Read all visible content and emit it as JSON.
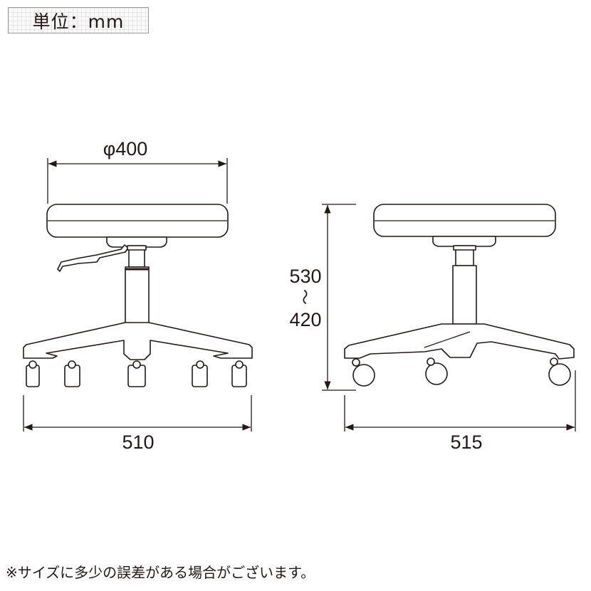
{
  "unit_label": "単位：mm",
  "front_view": {
    "seat_diameter": "φ400",
    "base_width": "510"
  },
  "side_view": {
    "height_max": "530",
    "range_separator": "〜",
    "height_min": "420",
    "base_depth": "515"
  },
  "note": "※サイズに多少の誤差がある場合がございます。"
}
